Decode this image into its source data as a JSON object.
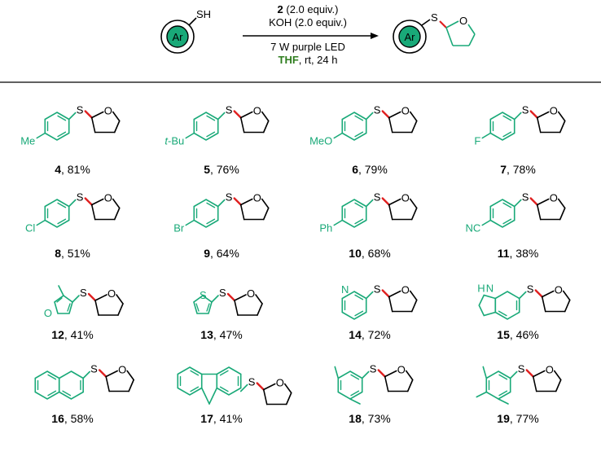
{
  "reaction": {
    "reactant": {
      "ring_label": "Ar",
      "group": "SH"
    },
    "conditions": {
      "line1_num": "2",
      "line1_rest": " (2.0 equiv.)",
      "line2": "KOH (2.0 equiv.)",
      "line3": "7 W purple LED",
      "line4_solvent": "THF",
      "line4_rest": ", rt, 24 h"
    },
    "product": {
      "ring_label": "Ar",
      "atom_s": "S",
      "atom_o": "O"
    }
  },
  "colors": {
    "aryl": "#19a978",
    "new_bond": "#e02020",
    "solvent": "#2e7d1e",
    "bond": "#000000"
  },
  "compounds": [
    {
      "num": "4",
      "sep": ", ",
      "yield": "81%",
      "sub": "Me"
    },
    {
      "num": "5",
      "sep": ", ",
      "yield": "76%",
      "sub": "t-Bu"
    },
    {
      "num": "6",
      "sep": ", ",
      "yield": "79%",
      "sub": "MeO"
    },
    {
      "num": "7",
      "sep": ", ",
      "yield": "78%",
      "sub": "F"
    },
    {
      "num": "8",
      "sep": ", ",
      "yield": "51%",
      "sub": "Cl"
    },
    {
      "num": "9",
      "sep": ", ",
      "yield": "64%",
      "sub": "Br"
    },
    {
      "num": "10",
      "sep": ", ",
      "yield": "68%",
      "sub": "Ph"
    },
    {
      "num": "11",
      "sep": ", ",
      "yield": "38%",
      "sub": "NC"
    },
    {
      "num": "12",
      "sep": ", ",
      "yield": "41%",
      "sub": "O"
    },
    {
      "num": "13",
      "sep": ", ",
      "yield": "47%",
      "sub": "S"
    },
    {
      "num": "14",
      "sep": ", ",
      "yield": "72%",
      "sub": "N"
    },
    {
      "num": "15",
      "sep": ", ",
      "yield": "46%",
      "sub": "H N"
    },
    {
      "num": "16",
      "sep": ", ",
      "yield": "58%",
      "sub": ""
    },
    {
      "num": "17",
      "sep": ", ",
      "yield": "41%",
      "sub": ""
    },
    {
      "num": "18",
      "sep": ", ",
      "yield": "73%",
      "sub": ""
    },
    {
      "num": "19",
      "sep": ", ",
      "yield": "77%",
      "sub": ""
    }
  ],
  "atoms": {
    "S": "S",
    "O": "O"
  }
}
